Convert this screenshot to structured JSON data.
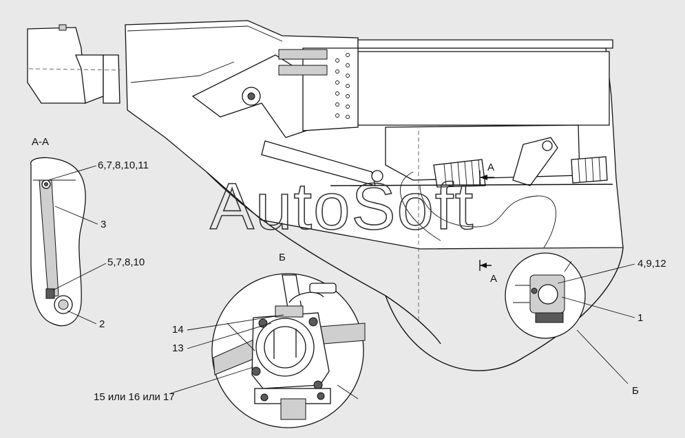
{
  "diagram": {
    "watermark": "AutoSoft",
    "section_title": "А-А",
    "section_marker": "А",
    "detail_marker": "Б",
    "callouts": {
      "c_6_7_8_10_11": "6,7,8,10,11",
      "c_3": "3",
      "c_5_7_8_10": "5,7,8,10",
      "c_2": "2",
      "c_4_9_12": "4,9,12",
      "c_1": "1",
      "c_14": "14",
      "c_13": "13",
      "c_15_16_17": "15 или 16 или 17"
    }
  }
}
